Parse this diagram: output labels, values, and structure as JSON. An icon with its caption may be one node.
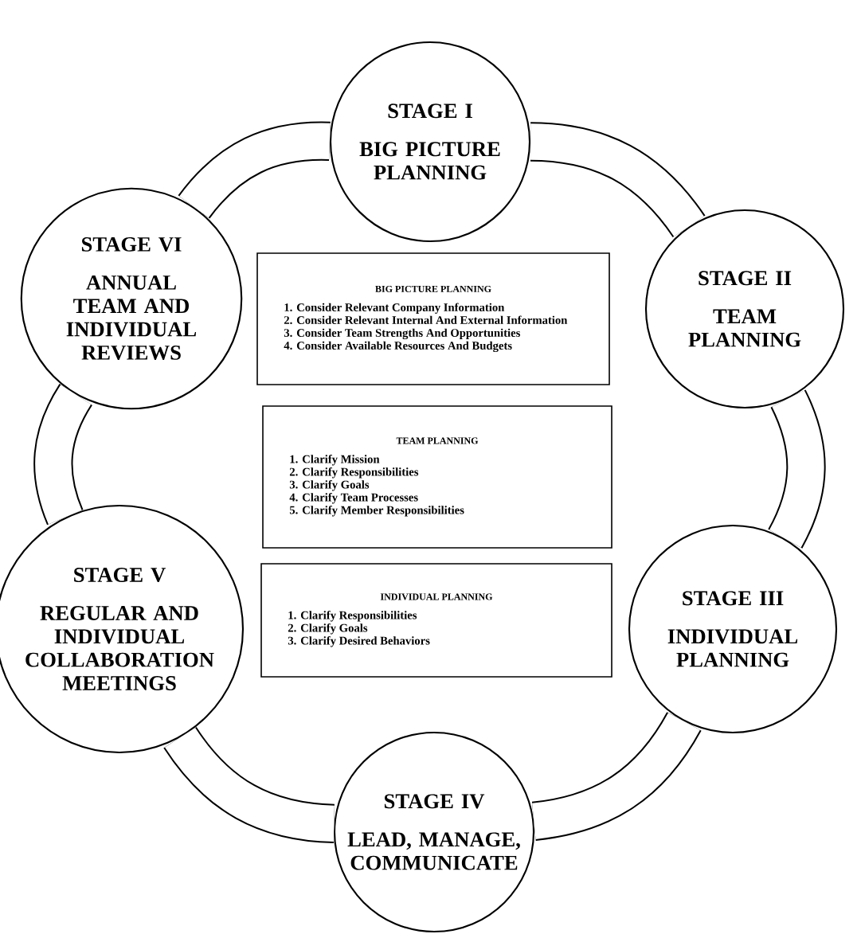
{
  "diagram": {
    "nodes": [
      {
        "text": [
          "STAGE I",
          "BIG PICTURE PLANNING"
        ]
      },
      {
        "text": [
          "STAGE II",
          "TEAM PLANNING"
        ]
      },
      {
        "text": [
          "STAGE III",
          "INDIVIDUAL PLANNING"
        ]
      },
      {
        "text": [
          "STAGE IV",
          "LEAD, MANAGE, COMMUNICATE"
        ]
      },
      {
        "text": [
          "STAGE V",
          "REGULAR AND INDIVIDUAL COLLABORATION MEETINGS"
        ]
      },
      {
        "text": [
          "STAGE VI",
          "ANNUAL TEAM AND INDIVIDUAL REVIEWS"
        ]
      },
      {
        "text": [
          "BIG PICTURE PLANNING",
          "1. Consider Relevant Company Information",
          "2. Consider Relevant Internal And External Information",
          "3. Consider Team Strengths And Opportunities",
          "4. Consider Available Resources And Budgets"
        ]
      },
      {
        "text": [
          "TEAM PLANNING",
          "1. Clarify Mission",
          "2. Clarify Responsibilities",
          "3. Clarify Goals",
          "4. Clarify Team Processes",
          "5. Clarify Member Responsibilities"
        ]
      },
      {
        "text": [
          "INDIVIDUAL PLANNING",
          "1. Clarify Responsibilities",
          "2. Clarify Goals",
          "3. Clarify Desired Behaviors"
        ]
      }
    ],
    "edges": [
      {
        "from": 0,
        "to": 1,
        "arrow": "none"
      },
      {
        "from": 1,
        "to": 2,
        "arrow": "none"
      },
      {
        "from": 2,
        "to": 3,
        "arrow": "none"
      },
      {
        "from": 3,
        "to": 4,
        "arrow": "none"
      },
      {
        "from": 4,
        "to": 5,
        "arrow": "none"
      },
      {
        "from": 5,
        "to": 0,
        "arrow": "none"
      }
    ]
  }
}
